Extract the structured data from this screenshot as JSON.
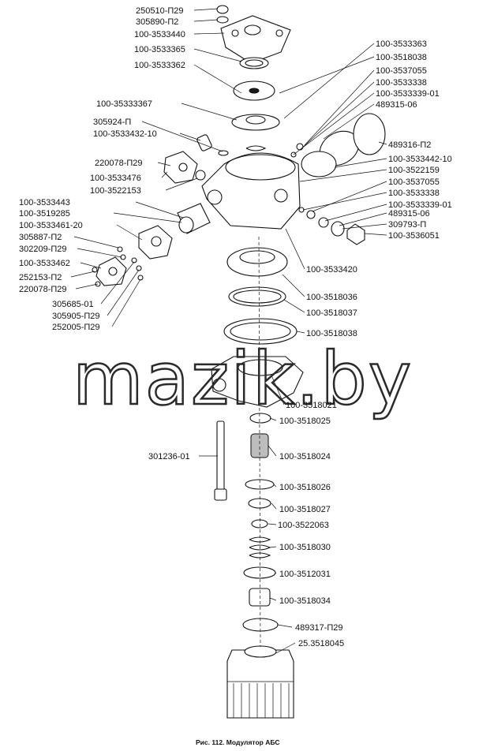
{
  "watermark": "mazik.by",
  "caption": "Рис. 112. Модулятор АБС",
  "labels": {
    "l01": "250510-П29",
    "l02": "305890-П2",
    "l03": "100-3533440",
    "l04": "100-3533365",
    "l05": "100-3533362",
    "l06": "100-35333367",
    "l07": "305924-П",
    "l08": "100-3533432-10",
    "l09": "220078-П29",
    "l10": "100-3533476",
    "l11": "100-3522153",
    "l12": "100-3533443",
    "l13": "100-3519285",
    "l14": "100-3533461-20",
    "l15": "305887-П2",
    "l16": "302209-П29",
    "l17": "100-3533462",
    "l18": "252153-П2",
    "l19": "220078-П29",
    "l20": "305685-01",
    "l21": "305905-П29",
    "l22": "252005-П29",
    "l23": "301236-01",
    "r01": "100-3533363",
    "r02": "100-3518038",
    "r03": "100-3537055",
    "r04": "100-3533338",
    "r05": "100-3533339-01",
    "r06": "489315-06",
    "r07": "489316-П2",
    "r08": "100-3533442-10",
    "r09": "100-3522159",
    "r10": "100-3537055",
    "r11": "100-3533338",
    "r12": "100-3533339-01",
    "r13": "489315-06",
    "r14": "309793-П",
    "r15": "100-3536051",
    "r16": "100-3533420",
    "r17": "100-3518036",
    "r18": "100-3518037",
    "r19": "100-3518038",
    "r20": "100-3518021",
    "r21": "100-3518025",
    "r22": "100-3518024",
    "r23": "100-3518026",
    "r24": "100-3518027",
    "r25": "100-3522063",
    "r26": "100-3518030",
    "r27": "100-3512031",
    "r28": "100-3518034",
    "r29": "489317-П29",
    "r30": "25.3518045"
  }
}
